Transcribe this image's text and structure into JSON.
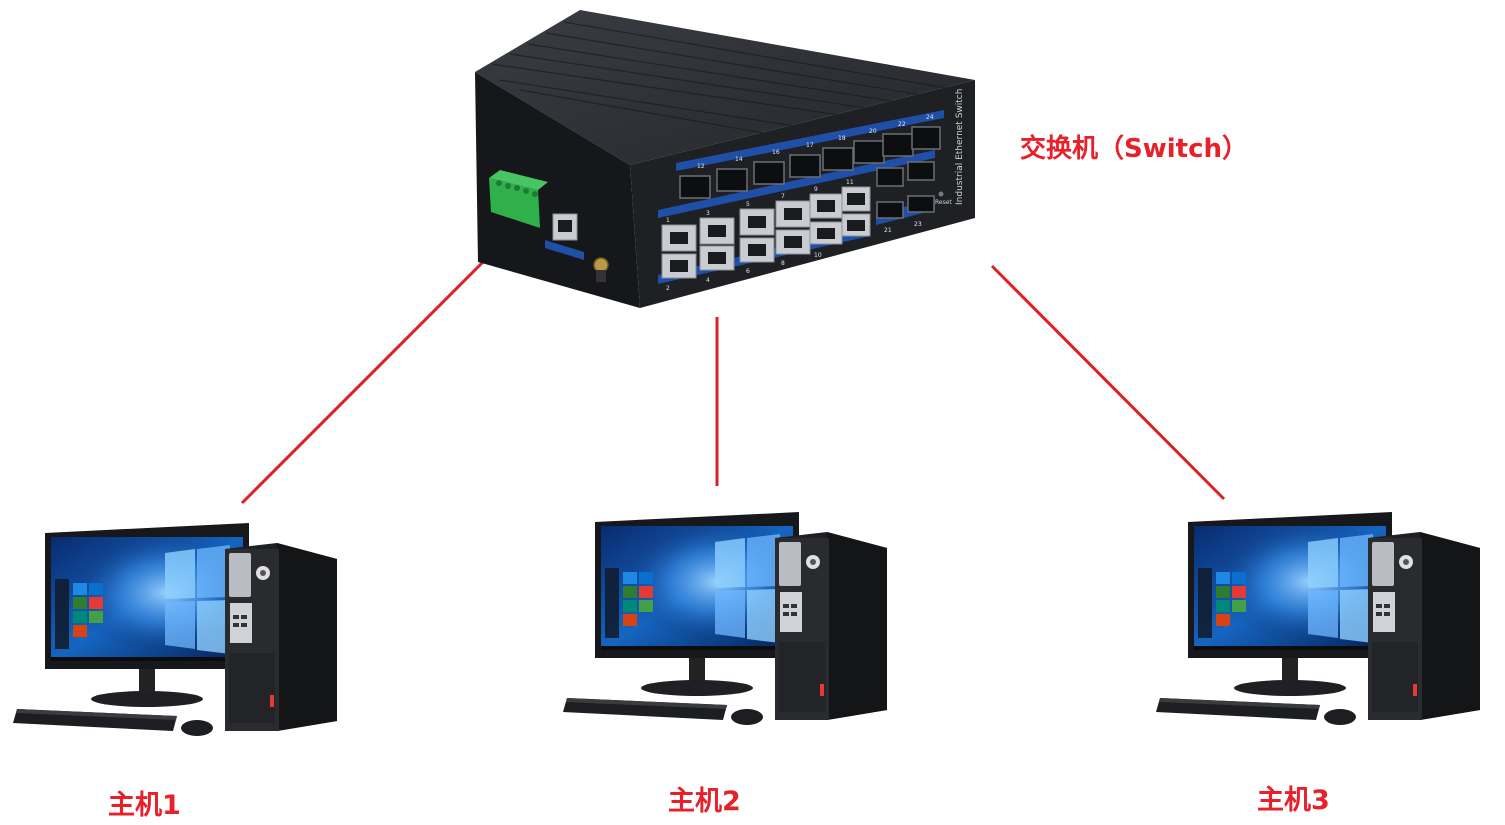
{
  "switch": {
    "label": "交换机（Switch）",
    "side_text": "Industrial Ethernet Switch",
    "reset_text": "Reset",
    "port_numbers": [
      "12",
      "14",
      "16",
      "17",
      "18",
      "20",
      "22",
      "24",
      "1",
      "3",
      "5",
      "7",
      "9",
      "11",
      "2",
      "4",
      "6",
      "8",
      "10",
      "21",
      "23"
    ]
  },
  "hosts": [
    {
      "label": "主机1"
    },
    {
      "label": "主机2"
    },
    {
      "label": "主机3"
    }
  ],
  "colors": {
    "link": "#e01e26",
    "label": "#e8202a",
    "switch_body": "#1e2024",
    "port_strip": "#1f4fa6",
    "terminal_green": "#2fb04a"
  },
  "icons": {
    "switch": "industrial-ethernet-switch-icon",
    "host": "desktop-computer-icon"
  }
}
